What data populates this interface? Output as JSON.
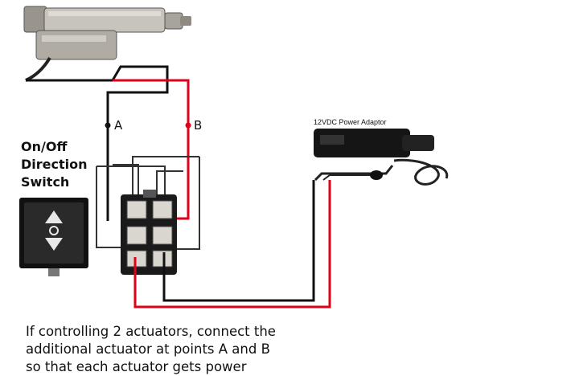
{
  "labels": {
    "point_a": "A",
    "point_b": "B",
    "adaptor": "12VDC Power Adaptor",
    "switch_title": "On/Off\nDirection\nSwitch"
  },
  "caption": "If controlling 2 actuators, connect the\nadditional actuator at points A and B\nso that each actuator gets power",
  "colors": {
    "positive_wire": "#e0001a",
    "negative_wire": "#111111",
    "switch_body": "#1a1a1a",
    "actuator_body": "#b8b4ac"
  }
}
